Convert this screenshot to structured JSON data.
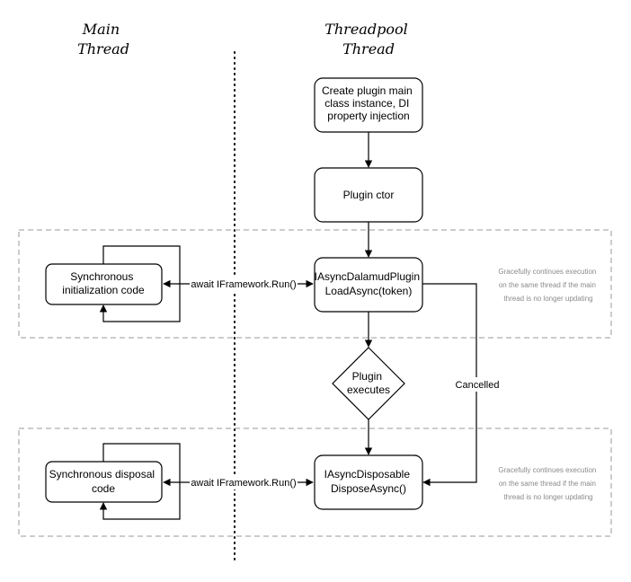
{
  "lanes": {
    "main": [
      "Main",
      "Thread"
    ],
    "threadpool": [
      "Threadpool",
      "Thread"
    ]
  },
  "nodes": {
    "create": [
      "Create plugin main",
      "class instance, DI",
      "property injection"
    ],
    "ctor": [
      "Plugin ctor"
    ],
    "load": [
      "IAsyncDalamudPlugin",
      "LoadAsync(token)"
    ],
    "executes": [
      "Plugin",
      "executes"
    ],
    "dispose": [
      "IAsyncDisposable",
      "DisposeAsync()"
    ],
    "sync_init": [
      "Synchronous",
      "initialization code"
    ],
    "sync_dispose": [
      "Synchronous disposal",
      "code"
    ]
  },
  "edges": {
    "await_init": "await IFramework.Run()",
    "await_dispose": "await IFramework.Run()",
    "cancelled": "Cancelled"
  },
  "notes": {
    "init": [
      "Gracefully continues execution",
      "on the same thread if the main",
      "thread is no longer updating"
    ],
    "dispose": [
      "Gracefully continues execution",
      "on the same thread if the main",
      "thread is no longer updating"
    ]
  }
}
